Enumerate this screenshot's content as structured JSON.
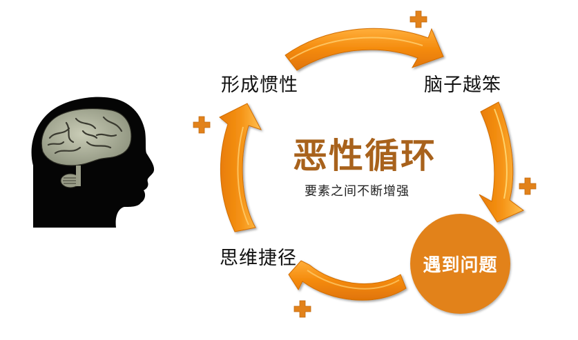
{
  "diagram": {
    "title": "恶性循环",
    "subtitle": "要素之间不断增强",
    "nodes": [
      {
        "id": "top-left",
        "label": "形成惯性"
      },
      {
        "id": "top-right",
        "label": "脑子越笨"
      },
      {
        "id": "bottom-right",
        "label": "遇到问题",
        "highlighted": true
      },
      {
        "id": "bottom-left",
        "label": "思维捷径"
      }
    ],
    "edges": [
      {
        "from": "形成惯性",
        "to": "脑子越笨",
        "sign": "+"
      },
      {
        "from": "脑子越笨",
        "to": "遇到问题",
        "sign": "+"
      },
      {
        "from": "遇到问题",
        "to": "思维捷径",
        "sign": "+"
      },
      {
        "from": "思维捷径",
        "to": "形成惯性",
        "sign": "+"
      }
    ],
    "image": "head-silhouette-with-brain",
    "colors": {
      "arrow": "#f28a0c",
      "arrow_highlight": "#ffc040",
      "plus": "#e2821a",
      "title": "#a8621c",
      "circle": "#e2821a"
    }
  }
}
